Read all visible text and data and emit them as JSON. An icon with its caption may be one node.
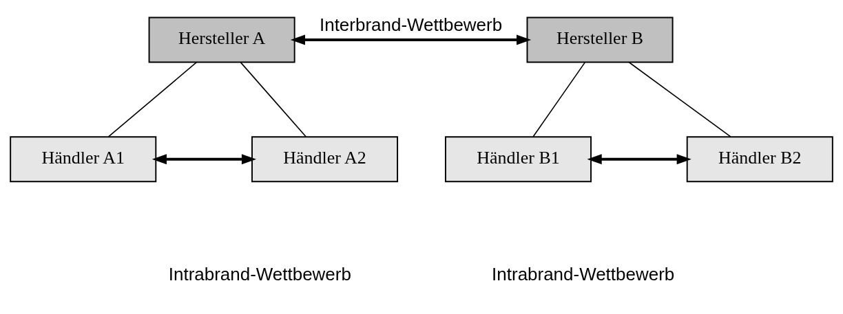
{
  "diagram": {
    "nodes": [
      {
        "text": [
          "Hersteller A"
        ]
      },
      {
        "text": [
          "Hersteller B"
        ]
      },
      {
        "text": [
          "Händler A1"
        ]
      },
      {
        "text": [
          "Händler A2"
        ]
      },
      {
        "text": [
          "Händler B1"
        ]
      },
      {
        "text": [
          "Händler B2"
        ]
      }
    ],
    "edges": [
      {
        "from": 0,
        "to": 1,
        "arrow": "both",
        "label": "Interbrand-Wettbewerb",
        "style": "thick"
      },
      {
        "from": 0,
        "to": 2,
        "arrow": "none"
      },
      {
        "from": 0,
        "to": 3,
        "arrow": "none"
      },
      {
        "from": 2,
        "to": 3,
        "arrow": "both",
        "style": "thick"
      },
      {
        "from": 1,
        "to": 4,
        "arrow": "none"
      },
      {
        "from": 1,
        "to": 5,
        "arrow": "none"
      },
      {
        "from": 4,
        "to": 5,
        "arrow": "both",
        "style": "thick"
      }
    ],
    "labels": [
      "Intrabrand-Wettbewerb",
      "Intrabrand-Wettbewerb"
    ]
  }
}
